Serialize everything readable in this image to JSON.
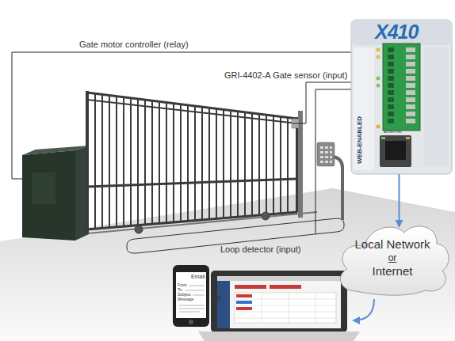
{
  "diagram": {
    "nodes": [
      {
        "text": [
          "X410",
          "WEB-ENABLED",
          "Ethernet"
        ]
      },
      {
        "text": [
          "Local Network",
          "or",
          "Internet"
        ]
      }
    ],
    "edges": [
      {
        "from": 0,
        "to": 1,
        "arrow": "to"
      }
    ],
    "labels": [
      "Gate motor controller (relay)",
      "GRI-4402-A Gate sensor (input)",
      "Loop detector (input)",
      "Or",
      "Email",
      "From",
      "To",
      "Subject",
      "Message"
    ]
  }
}
